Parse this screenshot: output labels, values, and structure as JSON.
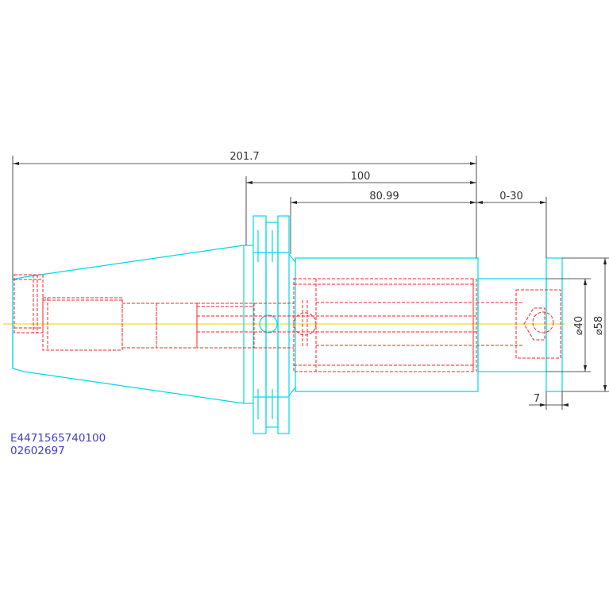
{
  "colors": {
    "outline": "#00d8e8",
    "hidden": "#ff2020",
    "centerline": "#f2d200",
    "dimension": "#222222",
    "code_text": "#4040c8"
  },
  "dimensions": {
    "overall_length": "201.7",
    "flange_to_nose": "100",
    "body_length": "80.99",
    "adjust_range": "0-30",
    "bore_diameter": "⌀40",
    "outer_diameter": "⌀58",
    "collar_width": "7"
  },
  "codes": {
    "part_number": "E4471565740100",
    "serial": "02602697"
  }
}
